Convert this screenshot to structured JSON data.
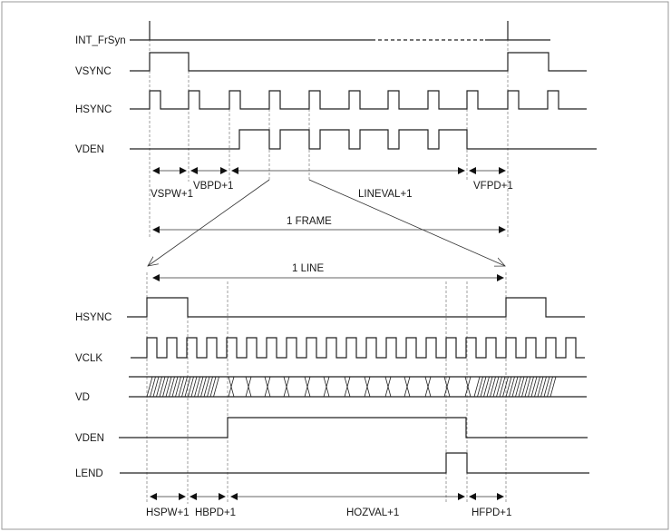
{
  "frame_timing": {
    "signals": [
      "INT_FrSyn",
      "VSYNC",
      "HSYNC",
      "VDEN"
    ],
    "intervals": [
      "VSPW+1",
      "VBPD+1",
      "LINEVAL+1",
      "VFPD+1"
    ],
    "span_label": "1 FRAME"
  },
  "line_timing": {
    "span_label": "1 LINE",
    "signals": [
      "HSYNC",
      "VCLK",
      "VD",
      "VDEN",
      "LEND"
    ],
    "intervals": [
      "HSPW+1",
      "HBPD+1",
      "HOZVAL+1",
      "HFPD+1"
    ]
  }
}
